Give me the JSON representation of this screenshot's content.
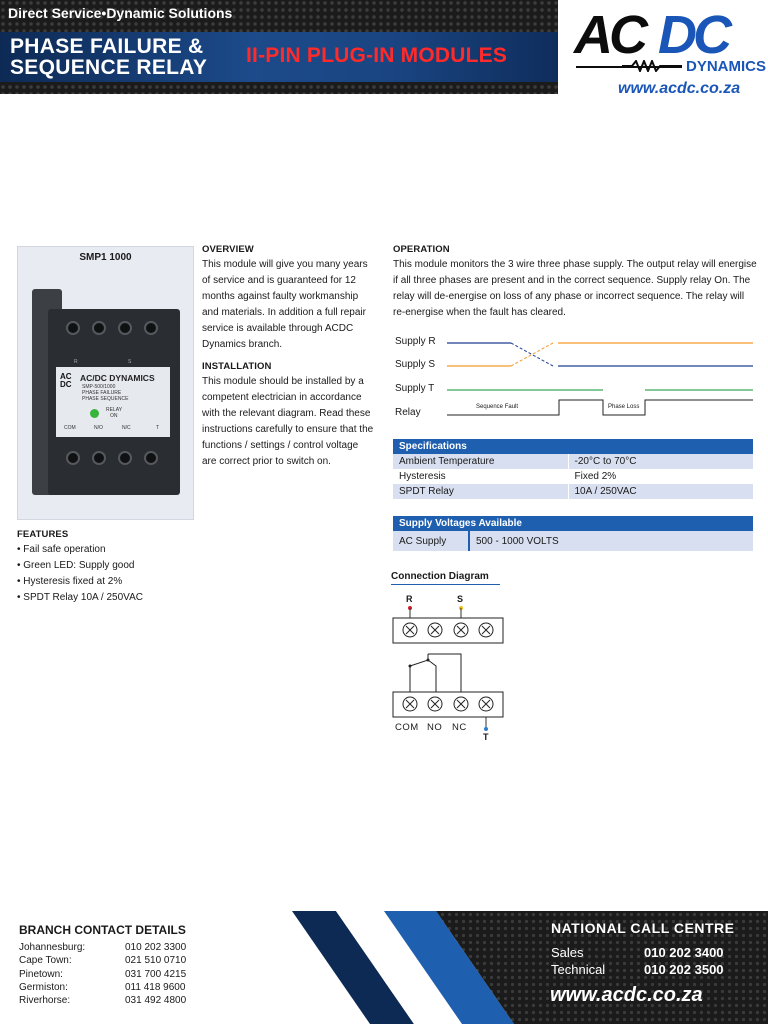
{
  "header": {
    "tagline_left": "Direct Service",
    "tagline_right": "Dynamic Solutions",
    "title_line1": "PHASE FAILURE &",
    "title_line2": "SEQUENCE RELAY",
    "subtitle": "II-PIN PLUG-IN MODULES"
  },
  "logo": {
    "ac": "AC",
    "dc": "DC",
    "dynamics": "DYNAMICS",
    "url": "www.acdc.co.za"
  },
  "product": {
    "title": "SMP1 1000",
    "plate_brand": "AC/DC DYNAMICS",
    "plate_lines": [
      "SMP-500/1000",
      "PHASE FAILURE",
      "PHASE SEQUENCE"
    ],
    "plate_relay": "RELAY",
    "plate_on": "ON",
    "plate_terms": [
      "COM",
      "N/O",
      "N/C",
      "T"
    ],
    "plate_top": [
      "R",
      "S"
    ]
  },
  "overview": {
    "heading": "OVERVIEW",
    "text": "This module will give you many years of service and is guaranteed for 12 months against faulty workmanship and materials. In addition a full repair service is available through ACDC Dynamics branch."
  },
  "installation": {
    "heading": "INSTALLATION",
    "text": "This module should be installed by a competent electrician in accordance with the relevant diagram. Read these instructions carefully to ensure that the functions / settings / control voltage are correct prior to switch on."
  },
  "features": {
    "heading": "FEATURES",
    "items": [
      "• Fail safe operation",
      "• Green LED: Supply good",
      "• Hysteresis fixed at 2%",
      "• SPDT Relay 10A / 250VAC"
    ]
  },
  "operation": {
    "heading": "OPERATION",
    "text": "This module monitors the 3 wire three phase supply. The output relay will energise if all three phases are present and in the correct sequence. Supply relay On. The relay will de-energise on loss of any phase or incorrect sequence. The relay will re-energise when the fault has cleared."
  },
  "waveform": {
    "labels": [
      "Supply R",
      "Supply S",
      "Supply T",
      "Relay"
    ],
    "fault_labels": [
      "Sequence Fault",
      "Phase Loss"
    ],
    "colors": {
      "R": "#f39a2c",
      "S": "#1f3f8f",
      "T": "#3aa65a"
    }
  },
  "specifications": {
    "heading": "Specifications",
    "rows": [
      [
        "Ambient Temperature",
        "-20°C to 70°C"
      ],
      [
        "Hysteresis",
        "Fixed 2%"
      ],
      [
        "SPDT Relay",
        "10A / 250VAC"
      ]
    ]
  },
  "supply_voltages": {
    "heading": "Supply Voltages Available",
    "rows": [
      [
        "AC Supply",
        "500 - 1000 VOLTS"
      ]
    ]
  },
  "connection": {
    "title": "Connection Diagram",
    "top_labels": [
      "R",
      "S"
    ],
    "bottom_labels": [
      "COM",
      "NO",
      "NC"
    ],
    "t_label": "T"
  },
  "branches": {
    "title": "BRANCH CONTACT DETAILS",
    "items": [
      {
        "name": "Johannesburg:",
        "number": "010 202 3300"
      },
      {
        "name": "Cape Town:",
        "number": "021 510 0710"
      },
      {
        "name": "Pinetown:",
        "number": "031 700 4215"
      },
      {
        "name": "Germiston:",
        "number": "011 418 9600"
      },
      {
        "name": "Riverhorse:",
        "number": "031 492 4800"
      }
    ]
  },
  "national_call_centre": {
    "title": "NATIONAL CALL CENTRE",
    "sales_label": "Sales",
    "sales_number": "010 202 3400",
    "technical_label": "Technical",
    "technical_number": "010 202 3500",
    "url": "www.acdc.co.za"
  },
  "colors": {
    "brand_blue": "#1a56b8",
    "table_header": "#1e5fb0",
    "table_alt": "#d7dff0",
    "title_red": "#ff2a2a"
  }
}
